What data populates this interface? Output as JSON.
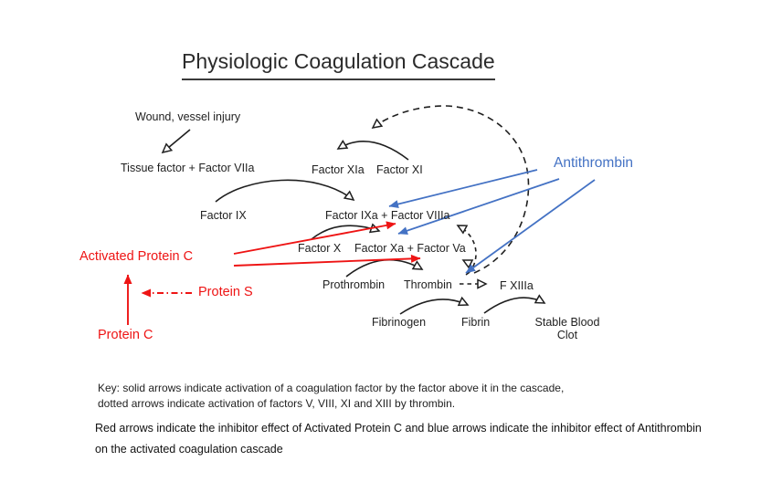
{
  "title": "Physiologic Coagulation Cascade",
  "nodes": {
    "wound": "Wound, vessel injury",
    "tissue_factor": "Tissue factor + Factor VIIa",
    "factor_xia": "Factor XIa",
    "factor_xi": "Factor XI",
    "factor_ix": "Factor IX",
    "factor_ixa_viiia": "Factor IXa + Factor VIIIa",
    "factor_x": "Factor X",
    "factor_xa_va": "Factor Xa + Factor Va",
    "prothrombin": "Prothrombin",
    "thrombin": "Thrombin",
    "f_xiiia": "F XIIIa",
    "fibrinogen": "Fibrinogen",
    "fibrin": "Fibrin",
    "stable_blood_clot": "Stable Blood Clot",
    "antithrombin": "Antithrombin",
    "activated_protein_c": "Activated Protein C",
    "protein_s": "Protein S",
    "protein_c": "Protein C"
  },
  "key": {
    "line1": "Key: solid arrows indicate activation of a coagulation factor by the factor above it in the cascade,",
    "line2": "dotted arrows indicate activation of factors V, VIII, XI and XIII by thrombin."
  },
  "footer": {
    "text": "Red arrows indicate the inhibitor effect of Activated Protein C and blue arrows indicate the inhibitor effect of Antithrombin on the activated coagulation cascade"
  },
  "colors": {
    "ink": "#1f1f1f",
    "red": "#ee1414",
    "blue": "#4472c4"
  }
}
